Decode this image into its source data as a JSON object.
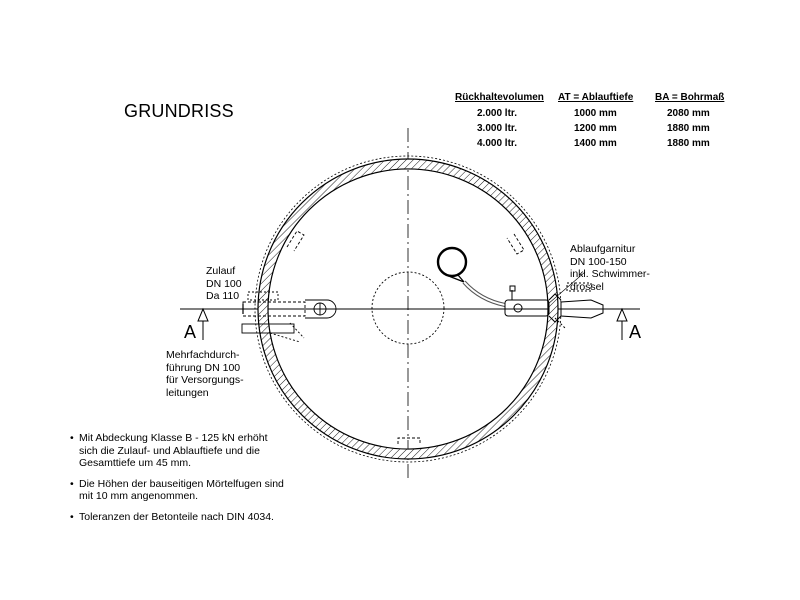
{
  "title": "GRUNDRISS",
  "table": {
    "headers": [
      "Rückhaltevolumen",
      "AT = Ablauftiefe",
      "BA = Bohrmaß"
    ],
    "rows": [
      [
        "2.000 ltr.",
        "1000 mm",
        "2080 mm"
      ],
      [
        "3.000 ltr.",
        "1200 mm",
        "1880 mm"
      ],
      [
        "4.000 ltr.",
        "1400 mm",
        "1880 mm"
      ]
    ]
  },
  "labels": {
    "zulauf": "Zulauf\nDN 100\nDa 110",
    "mehrfach": "Mehrfachdurch-\nführung DN 100\nfür Versorgungs-\nleitungen",
    "ablauf": "Ablaufgarnitur\nDN 100-150\ninkl. Schwimmer-\ndrossel",
    "section_left": "A",
    "section_right": "A"
  },
  "notes": [
    "Mit Abdeckung Klasse B - 125 kN erhöht\nsich die Zulauf- und Ablauftiefe und die\nGesamttiefe um 45 mm.",
    "Die Höhen der bauseitigen Mörtelfugen sind\nmit 10 mm angenommen.",
    "Toleranzen der Betonteile nach DIN 4034."
  ]
}
